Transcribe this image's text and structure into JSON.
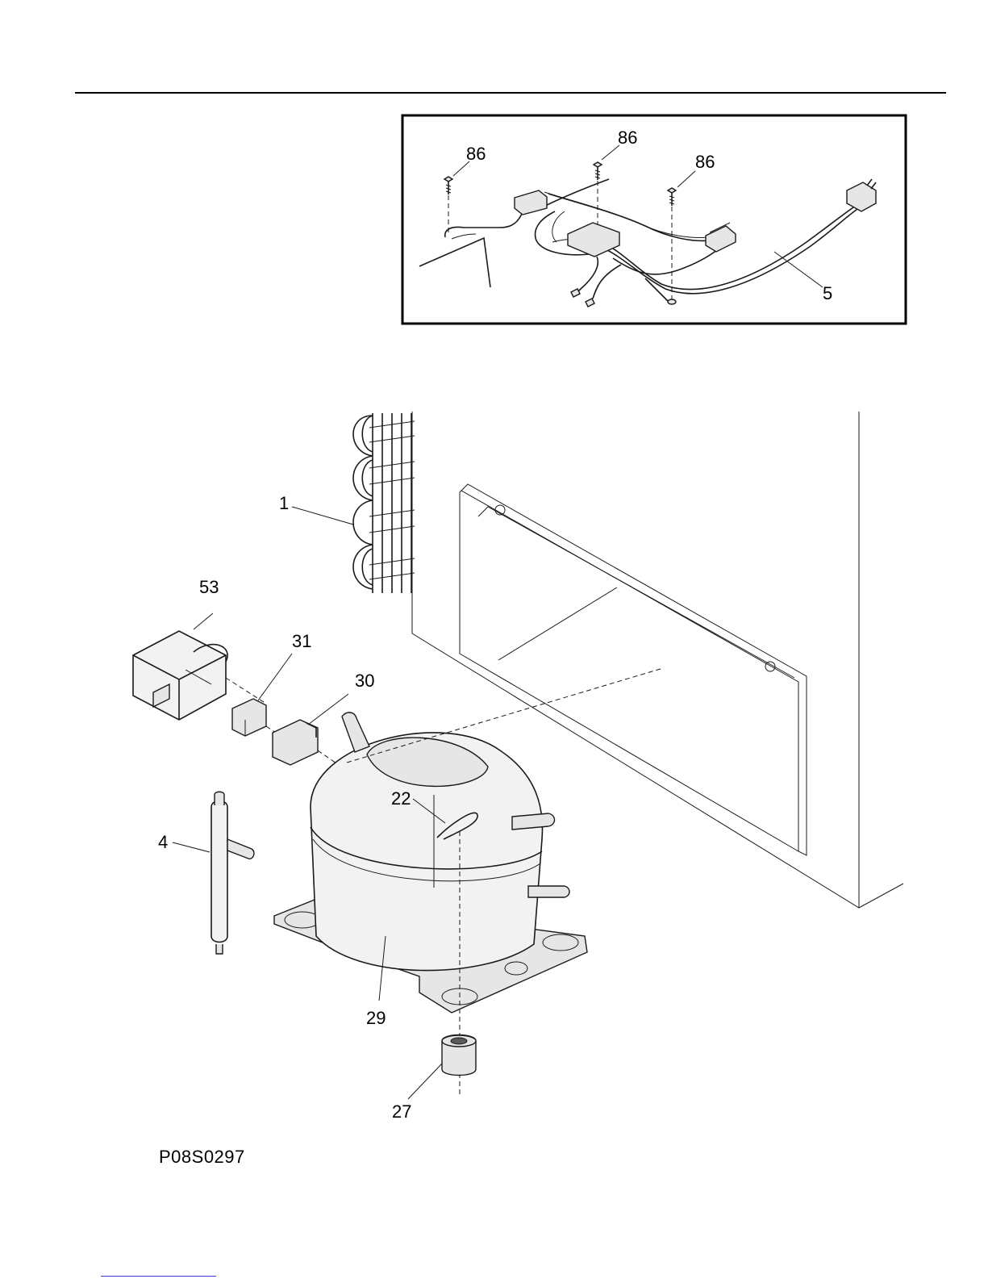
{
  "drawing_ref": "P08S0297",
  "callouts": {
    "screw_left": "86",
    "screw_mid": "86",
    "screw_right": "86",
    "harness": "5",
    "condenser": "1",
    "cover": "53",
    "relay": "31",
    "overload": "30",
    "clip": "22",
    "drier": "4",
    "compressor": "29",
    "grommet": "27"
  }
}
